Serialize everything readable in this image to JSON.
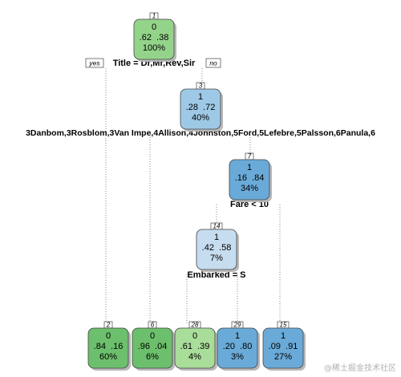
{
  "colors": {
    "class0_light": "#a9dd9a",
    "class0_mid": "#94d48a",
    "class0_dark": "#6cbf6c",
    "class1_light": "#c6dcef",
    "class1_mid": "#9ec9e6",
    "class1_dark": "#6aaad8"
  },
  "branch_tags": {
    "yes": "yes",
    "no": "no"
  },
  "nodes": [
    {
      "id": "1",
      "class": "0",
      "probs": ".62  .38",
      "pct": "100%",
      "color": "class0_mid"
    },
    {
      "id": "3",
      "class": "1",
      "probs": ".28  .72",
      "pct": "40%",
      "color": "class1_mid"
    },
    {
      "id": "7",
      "class": "1",
      "probs": ".16  .84",
      "pct": "34%",
      "color": "class1_dark"
    },
    {
      "id": "14",
      "class": "1",
      "probs": ".42  .58",
      "pct": "7%",
      "color": "class1_light"
    },
    {
      "id": "2",
      "class": "0",
      "probs": ".84  .16",
      "pct": "60%",
      "color": "class0_dark"
    },
    {
      "id": "6",
      "class": "0",
      "probs": ".96  .04",
      "pct": "6%",
      "color": "class0_dark"
    },
    {
      "id": "28",
      "class": "0",
      "probs": ".61  .39",
      "pct": "4%",
      "color": "class0_light"
    },
    {
      "id": "29",
      "class": "1",
      "probs": ".20  .80",
      "pct": "3%",
      "color": "class1_dark"
    },
    {
      "id": "15",
      "class": "1",
      "probs": ".09  .91",
      "pct": "27%",
      "color": "class1_dark"
    }
  ],
  "splits": [
    {
      "node": "1",
      "label": "Title = Dr,Mr,Rev,Sir"
    },
    {
      "node": "3",
      "label": "3Danbom,3Rosblom,3Van Impe,4Allison,4Johnston,5Ford,5Lefebre,5Palsson,6Panula,6"
    },
    {
      "node": "7",
      "label": "Fare < 10"
    },
    {
      "node": "14",
      "label": "Embarked = S"
    }
  ],
  "watermark": "@稀土掘金技术社区"
}
